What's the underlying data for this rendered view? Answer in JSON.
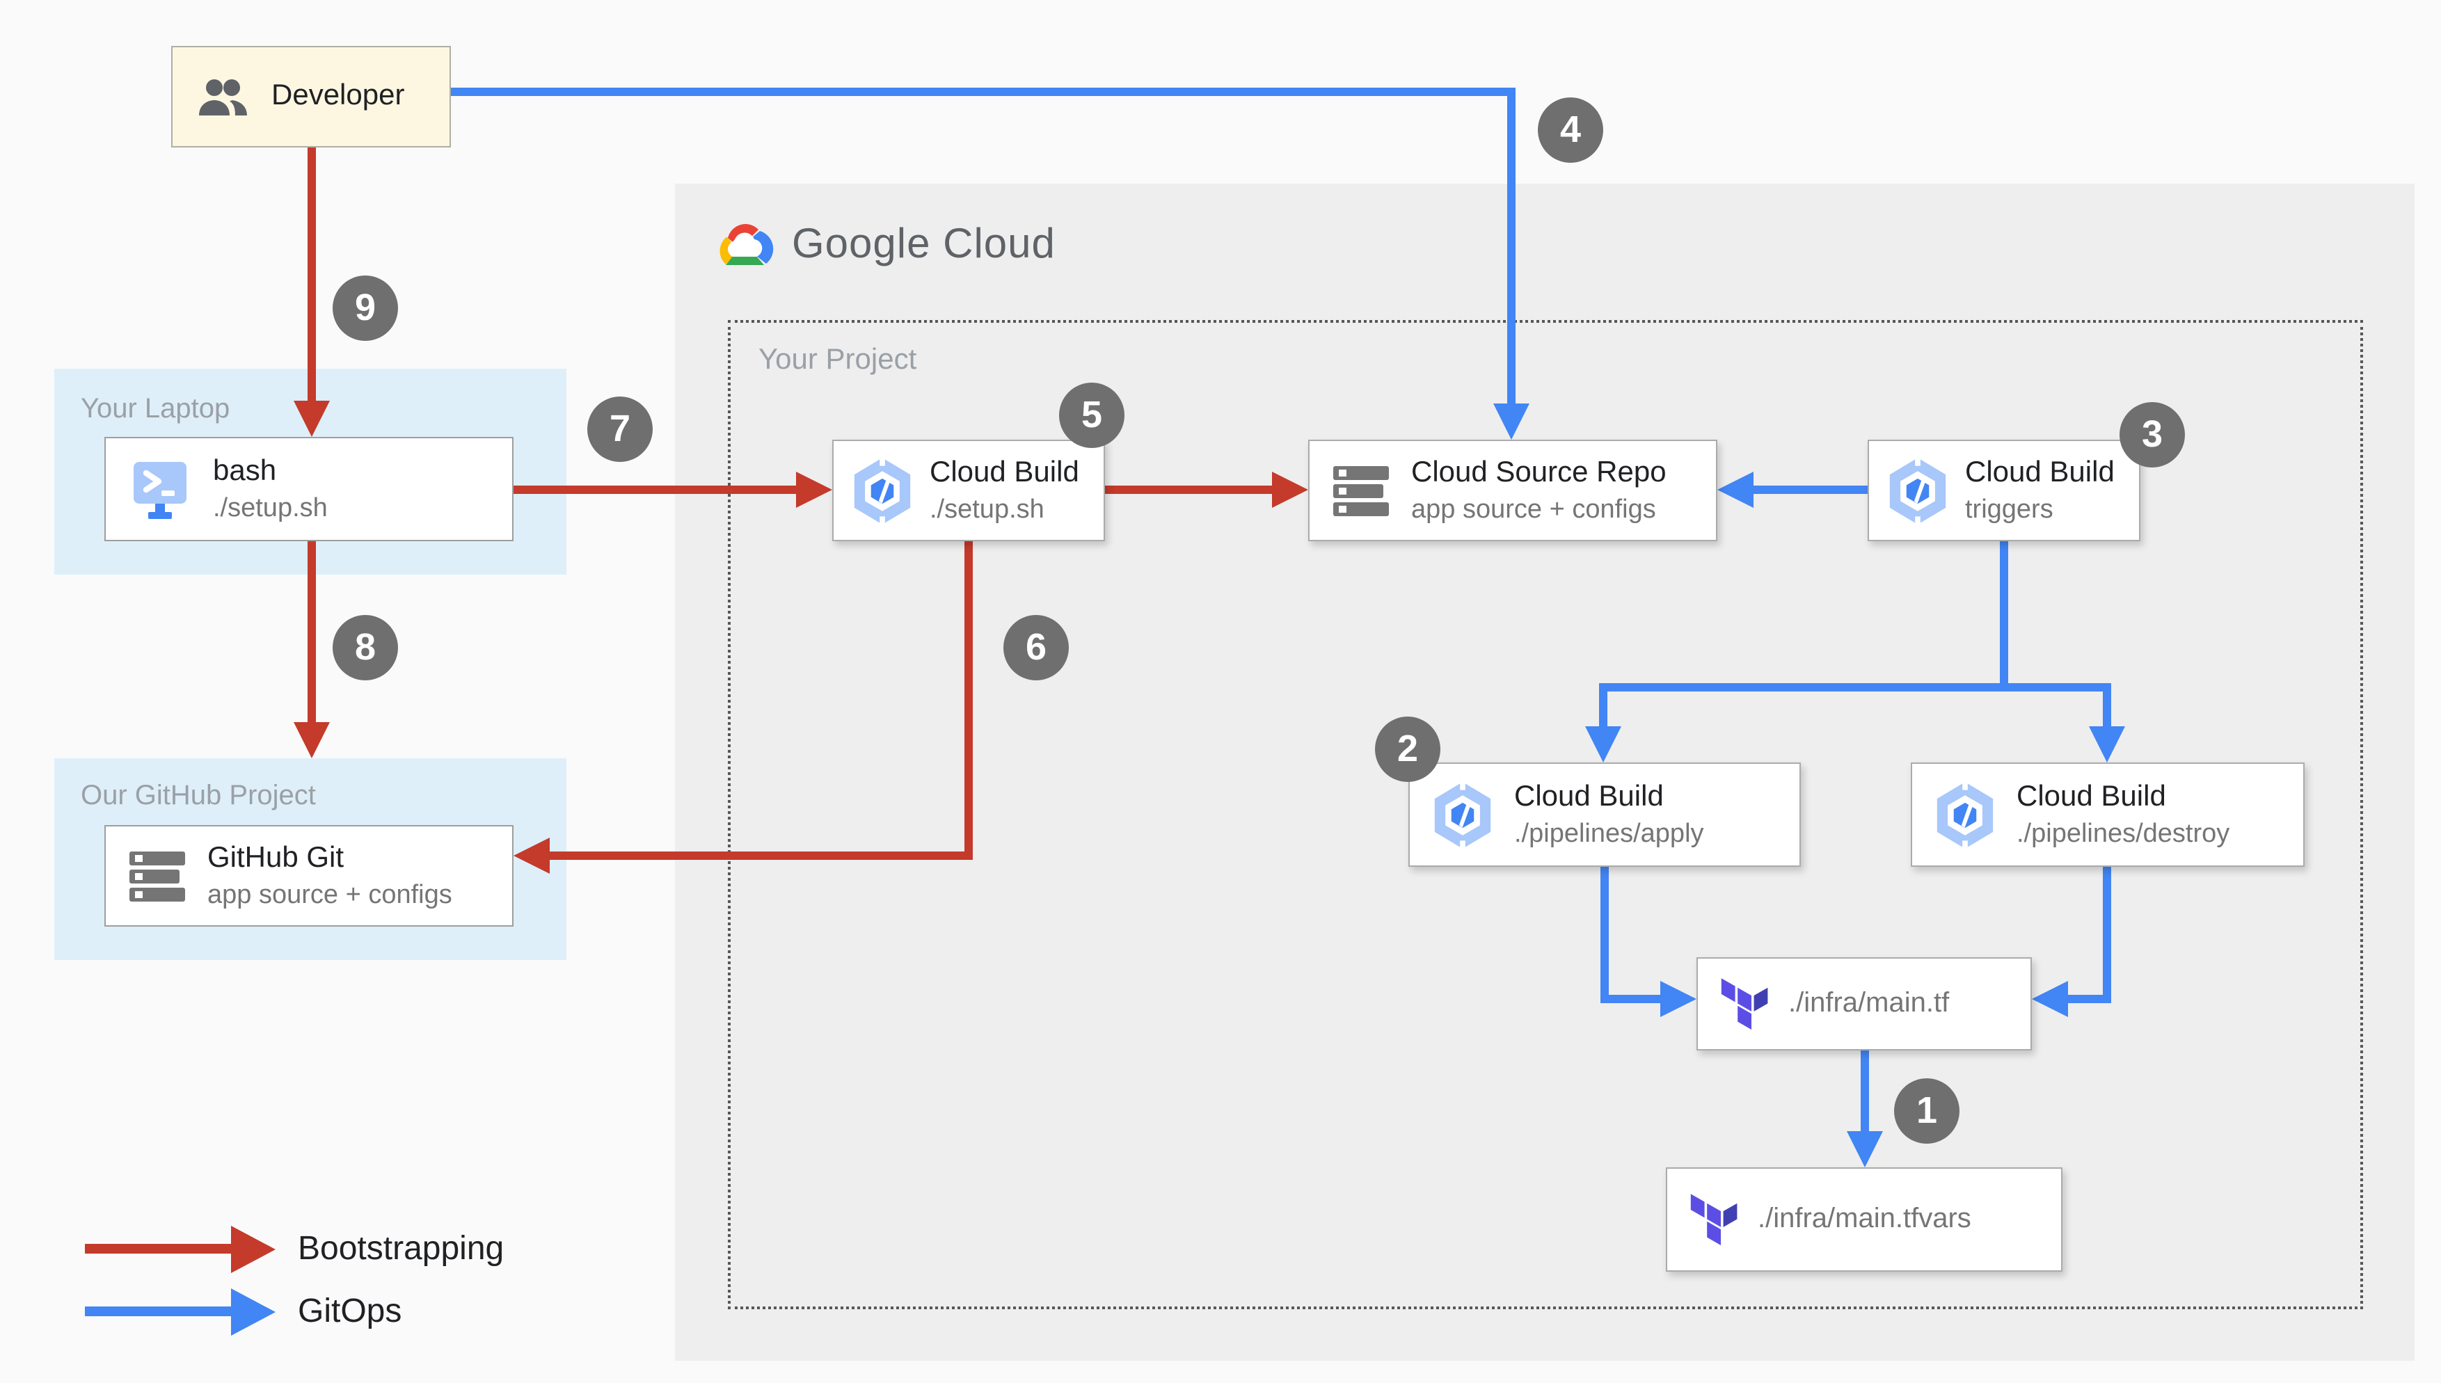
{
  "diagram": {
    "developer": {
      "label": "Developer"
    },
    "laptop": {
      "panel_label": "Your Laptop",
      "node": {
        "title": "bash",
        "subtitle": "./setup.sh"
      }
    },
    "github": {
      "panel_label": "Our GitHub Project",
      "node": {
        "title": "GitHub Git",
        "subtitle": "app source + configs"
      }
    },
    "google_cloud": {
      "brand": "Google Cloud",
      "project_label": "Your Project",
      "nodes": {
        "cloud_build_setup": {
          "title": "Cloud Build",
          "subtitle": "./setup.sh"
        },
        "source_repo": {
          "title": "Cloud Source Repo",
          "subtitle": "app source + configs"
        },
        "cloud_build_triggers": {
          "title": "Cloud Build",
          "subtitle": "triggers"
        },
        "cloud_build_apply": {
          "title": "Cloud Build",
          "subtitle": "./pipelines/apply"
        },
        "cloud_build_destroy": {
          "title": "Cloud Build",
          "subtitle": "./pipelines/destroy"
        },
        "main_tf": {
          "label": "./infra/main.tf"
        },
        "main_tfvars": {
          "label": "./infra/main.tfvars"
        }
      }
    },
    "badges": {
      "b1": "1",
      "b2": "2",
      "b3": "3",
      "b4": "4",
      "b5": "5",
      "b6": "6",
      "b7": "7",
      "b8": "8",
      "b9": "9"
    },
    "legend": {
      "bootstrapping": "Bootstrapping",
      "gitops": "GitOps"
    },
    "icons": {
      "developer": "people-icon",
      "bash": "terminal-icon",
      "repo": "repo-bars-icon",
      "cloud_build": "cloud-build-hexagon-icon",
      "terraform": "terraform-icon",
      "google_cloud": "google-cloud-logo"
    },
    "colors": {
      "bootstrap_red": "#C43A2B",
      "gitops_blue": "#4285F4",
      "badge_gray": "#6F6F6F",
      "panel_blue": "#DEEFF9",
      "gcp_panel_gray": "#EEEEEE",
      "developer_cream": "#FDF7E2",
      "cloud_build_icon_blue": "#A8C7FA",
      "terraform_purple": "#5C4EE5",
      "terraform_indigo": "#4040B2",
      "page_background": "#FAFAFA"
    }
  }
}
